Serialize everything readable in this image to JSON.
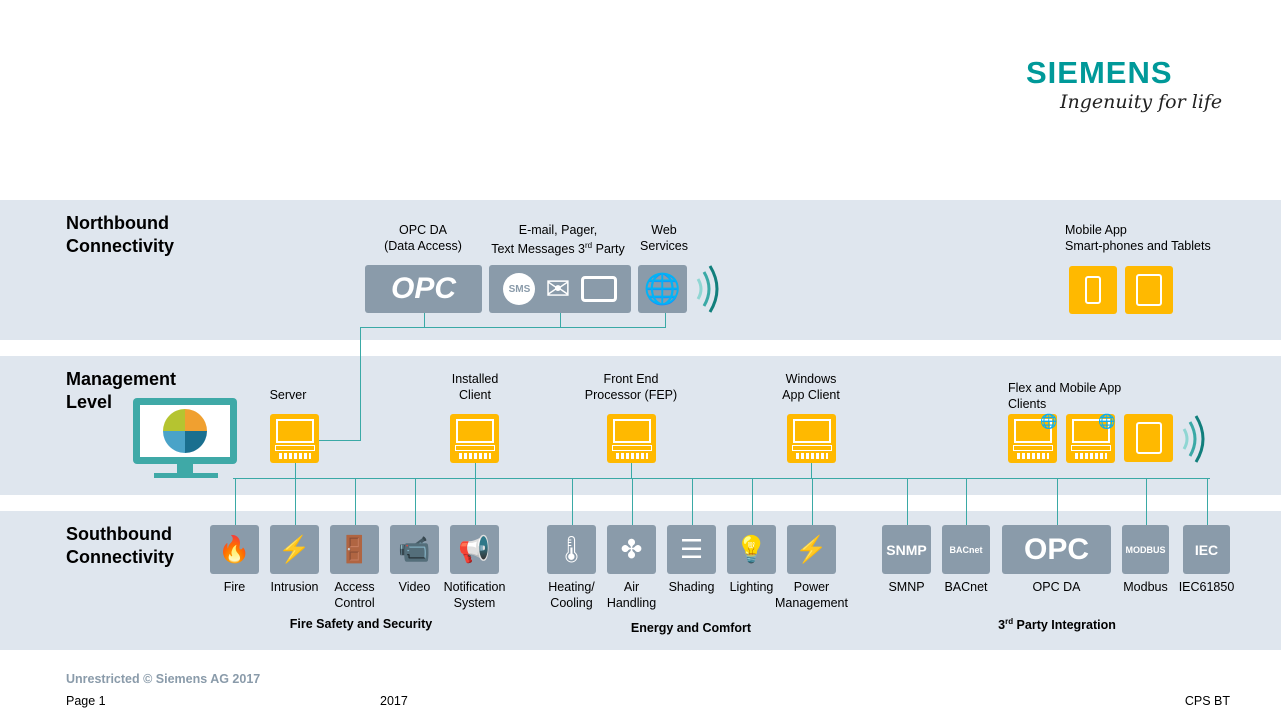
{
  "brand": {
    "logo": "SIEMENS",
    "tagline": "Ingenuity for life",
    "color": "#009999"
  },
  "colors": {
    "band": "#dfe6ee",
    "tile_gray": "#8a9baa",
    "tile_yellow": "#ffb900",
    "connector": "#3aa9a6"
  },
  "northbound": {
    "title_1": "Northbound",
    "title_2": "Connectivity",
    "opc_label_1": "OPC DA",
    "opc_label_2": "(Data Access)",
    "opc_logo": "OPC",
    "msg_label_1": "E-mail, Pager,",
    "msg_label_2": "Text Messages 3",
    "msg_label_sup": "rd",
    "msg_label_3": " Party",
    "sms_icon_text": "SMS",
    "web_label_1": "Web",
    "web_label_2": "Services",
    "mobile_label_1": "Mobile App",
    "mobile_label_2": "Smart-phones and Tablets"
  },
  "management": {
    "title_1": "Management",
    "title_2": "Level",
    "server": "Server",
    "installed_1": "Installed",
    "installed_2": "Client",
    "fep_1": "Front End",
    "fep_2": "Processor (FEP)",
    "win_1": "Windows",
    "win_2": "App Client",
    "flex_1": "Flex and Mobile App",
    "flex_2": "Clients"
  },
  "southbound": {
    "title_1": "Southbound",
    "title_2": "Connectivity",
    "items": [
      {
        "l1": "Fire",
        "l2": "",
        "icon": "fire-icon",
        "g": "🔥"
      },
      {
        "l1": "Intrusion",
        "l2": "",
        "icon": "intrusion-icon",
        "g": "⚡"
      },
      {
        "l1": "Access",
        "l2": "Control",
        "icon": "access-control-icon",
        "g": "🚪"
      },
      {
        "l1": "Video",
        "l2": "",
        "icon": "video-camera-icon",
        "g": "📹"
      },
      {
        "l1": "Notification",
        "l2": "System",
        "icon": "notification-icon",
        "g": "📢"
      },
      {
        "l1": "Heating/",
        "l2": "Cooling",
        "icon": "thermometer-icon",
        "g": "🌡"
      },
      {
        "l1": "Air",
        "l2": "Handling",
        "icon": "fan-icon",
        "g": "✤"
      },
      {
        "l1": "Shading",
        "l2": "",
        "icon": "shading-icon",
        "g": "☰"
      },
      {
        "l1": "Lighting",
        "l2": "",
        "icon": "lightbulb-icon",
        "g": "💡"
      },
      {
        "l1": "Power",
        "l2": "Management",
        "icon": "power-icon",
        "g": "⚡"
      },
      {
        "l1": "SMNP",
        "l2": "",
        "icon": "snmp-logo",
        "g": "SNMP"
      },
      {
        "l1": "BACnet",
        "l2": "",
        "icon": "bacnet-logo",
        "g": "BACnet"
      },
      {
        "l1": "OPC DA",
        "l2": "",
        "icon": "opc-logo",
        "g": "OPC"
      },
      {
        "l1": "Modbus",
        "l2": "",
        "icon": "modbus-logo",
        "g": "MODBUS"
      },
      {
        "l1": "IEC61850",
        "l2": "",
        "icon": "iec-logo",
        "g": "IEC"
      }
    ],
    "group_fire": "Fire Safety and Security",
    "group_energy": "Energy and Comfort",
    "group_3rd_a": "3",
    "group_3rd_sup": "rd",
    "group_3rd_b": " Party Integration"
  },
  "footer": {
    "classification": "Unrestricted  © Siemens AG 2017",
    "page": "Page 1",
    "year": "2017",
    "dept": "CPS BT"
  }
}
